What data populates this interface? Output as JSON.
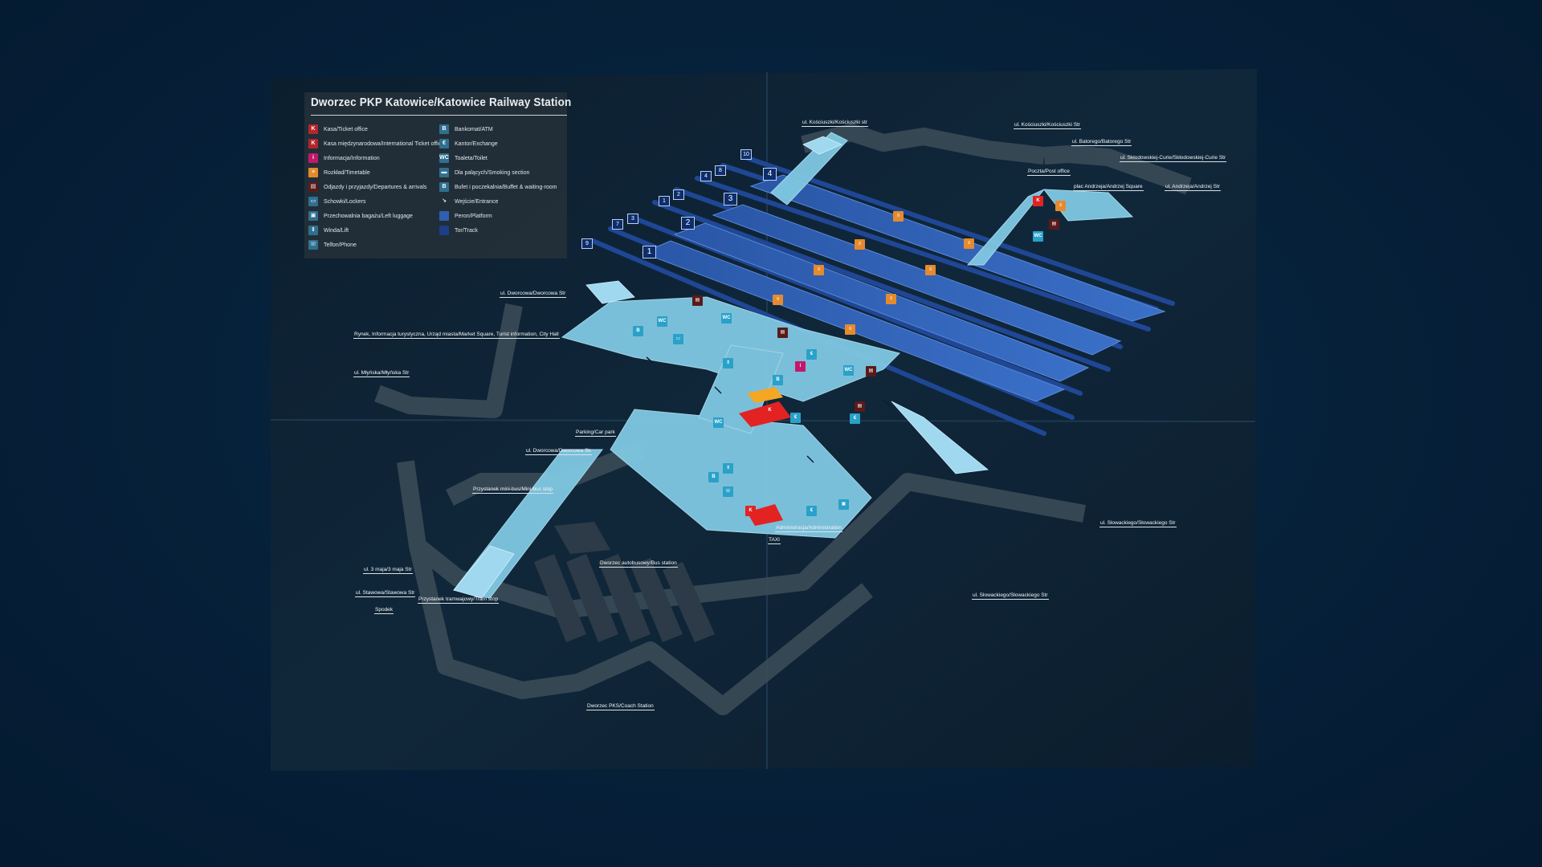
{
  "legend": {
    "title": "Dworzec PKP Katowice/Katowice Railway Station",
    "col1": [
      {
        "icon": "ticket-office-icon",
        "glyph": "K",
        "color": "#b3262d",
        "label": "Kasa/Ticket office"
      },
      {
        "icon": "intl-ticket-office-icon",
        "glyph": "K",
        "color": "#b3262d",
        "label": "Kasa międzynarodowa/International Ticket office"
      },
      {
        "icon": "information-icon",
        "glyph": "i",
        "color": "#c2186b",
        "label": "Informacja/Information"
      },
      {
        "icon": "timetable-icon",
        "glyph": "≡",
        "color": "#e58a2d",
        "label": "Rozkład/Timetable"
      },
      {
        "icon": "departures-arrivals-icon",
        "glyph": "▤",
        "color": "#5a1a1a",
        "label": "Odjazdy i przyjazdy/Departures & arrivals"
      },
      {
        "icon": "lockers-icon",
        "glyph": "▭",
        "color": "#2f6f8f",
        "label": "Schowki/Lockers"
      },
      {
        "icon": "left-luggage-icon",
        "glyph": "▣",
        "color": "#2f6f8f",
        "label": "Przechowalnia bagażu/Left luggage"
      },
      {
        "icon": "lift-icon",
        "glyph": "⇕",
        "color": "#2f6f8f",
        "label": "Winda/Lift"
      },
      {
        "icon": "phone-icon",
        "glyph": "☏",
        "color": "#2f6f8f",
        "label": "Telfon/Phone"
      }
    ],
    "col2": [
      {
        "icon": "atm-icon",
        "glyph": "B",
        "color": "#2f6f8f",
        "label": "Bankomat/ATM"
      },
      {
        "icon": "exchange-icon",
        "glyph": "€",
        "color": "#2f6f8f",
        "label": "Kantor/Exchange"
      },
      {
        "icon": "toilet-icon",
        "glyph": "WC",
        "color": "#2f6f8f",
        "label": "Toaleta/Toilet"
      },
      {
        "icon": "smoking-icon",
        "glyph": "▬",
        "color": "#2f6f8f",
        "label": "Dla palących/Smoking section"
      },
      {
        "icon": "buffet-icon",
        "glyph": "B",
        "color": "#2f6f8f",
        "label": "Bufet i poczekalnia/Buffet & waiting-room"
      },
      {
        "icon": "entrance-icon",
        "glyph": "↘",
        "color": "transparent",
        "label": "Wejście/Entrance"
      },
      {
        "icon": "platform-swatch",
        "glyph": "",
        "color": "#2f5fb0",
        "label": "Peron/Platform"
      },
      {
        "icon": "track-swatch",
        "glyph": "",
        "color": "#1c3f86",
        "label": "Tor/Track"
      }
    ]
  },
  "streets": {
    "kosciuszki_a": "ul. Kościuszki/Kościuszki str",
    "kosciuszki_b": "ul. Kościuszki/Kościuszki Str",
    "batorego": "ul. Batorego/Batorego Str",
    "sklodowskiej": "ul. Skłodowskiej-Curie/Skłodowskiej-Curie Str",
    "poczta": "Poczta/Post office",
    "andrzeja_sq": "plac Andrzeja/Andrzej Square",
    "andrzeja_str": "ul. Andrzeja/Andrzej Str",
    "dworcowa_a": "ul. Dworcowa/Dworcowa Str",
    "rynek": "Rynek, Informacja turystyczna, Urząd miasta/Market Square, Turist information, City Hall",
    "mlynska": "ul. Młyńska/Młyńska Str",
    "parking": "Parking/Car park",
    "dworcowa_b": "ul. Dworcowa/Dworcowa Str",
    "minibus": "Przystanek mini-bus/Mini-bus stop",
    "admin": "Administracja/Administration",
    "taxi": "TAXI",
    "bus_station": "Dworzec autobusowy/Bus station",
    "trzecia_maja": "ul. 3 maja/3 maja Str",
    "stawowa": "ul. Stawowa/Stawowa Str",
    "spodek": "Spodek",
    "tram": "Przystanek tramwajowy/Tram stop",
    "pks": "Dworzec PKS/Coach Station",
    "slowackiego_a": "ul. Słowackiego/Słowackiego Str",
    "slowackiego_b": "ul. Słowackiego/Słowackiego Str"
  },
  "platforms": {
    "p1": "1",
    "p2": "2",
    "p3": "3",
    "p4": "4"
  },
  "tracks": {
    "t1": "1",
    "t2": "2",
    "t3": "3",
    "t4": "4",
    "t7": "7",
    "t8": "8",
    "t9": "9",
    "t10": "10"
  },
  "icons": {
    "wc": "WC",
    "taxi": "TAXI"
  },
  "colors": {
    "background": "#062039",
    "platform": "#2f5fb0",
    "concourse": "#7fc6e0",
    "track": "#1c3f86",
    "street": "#334455"
  }
}
